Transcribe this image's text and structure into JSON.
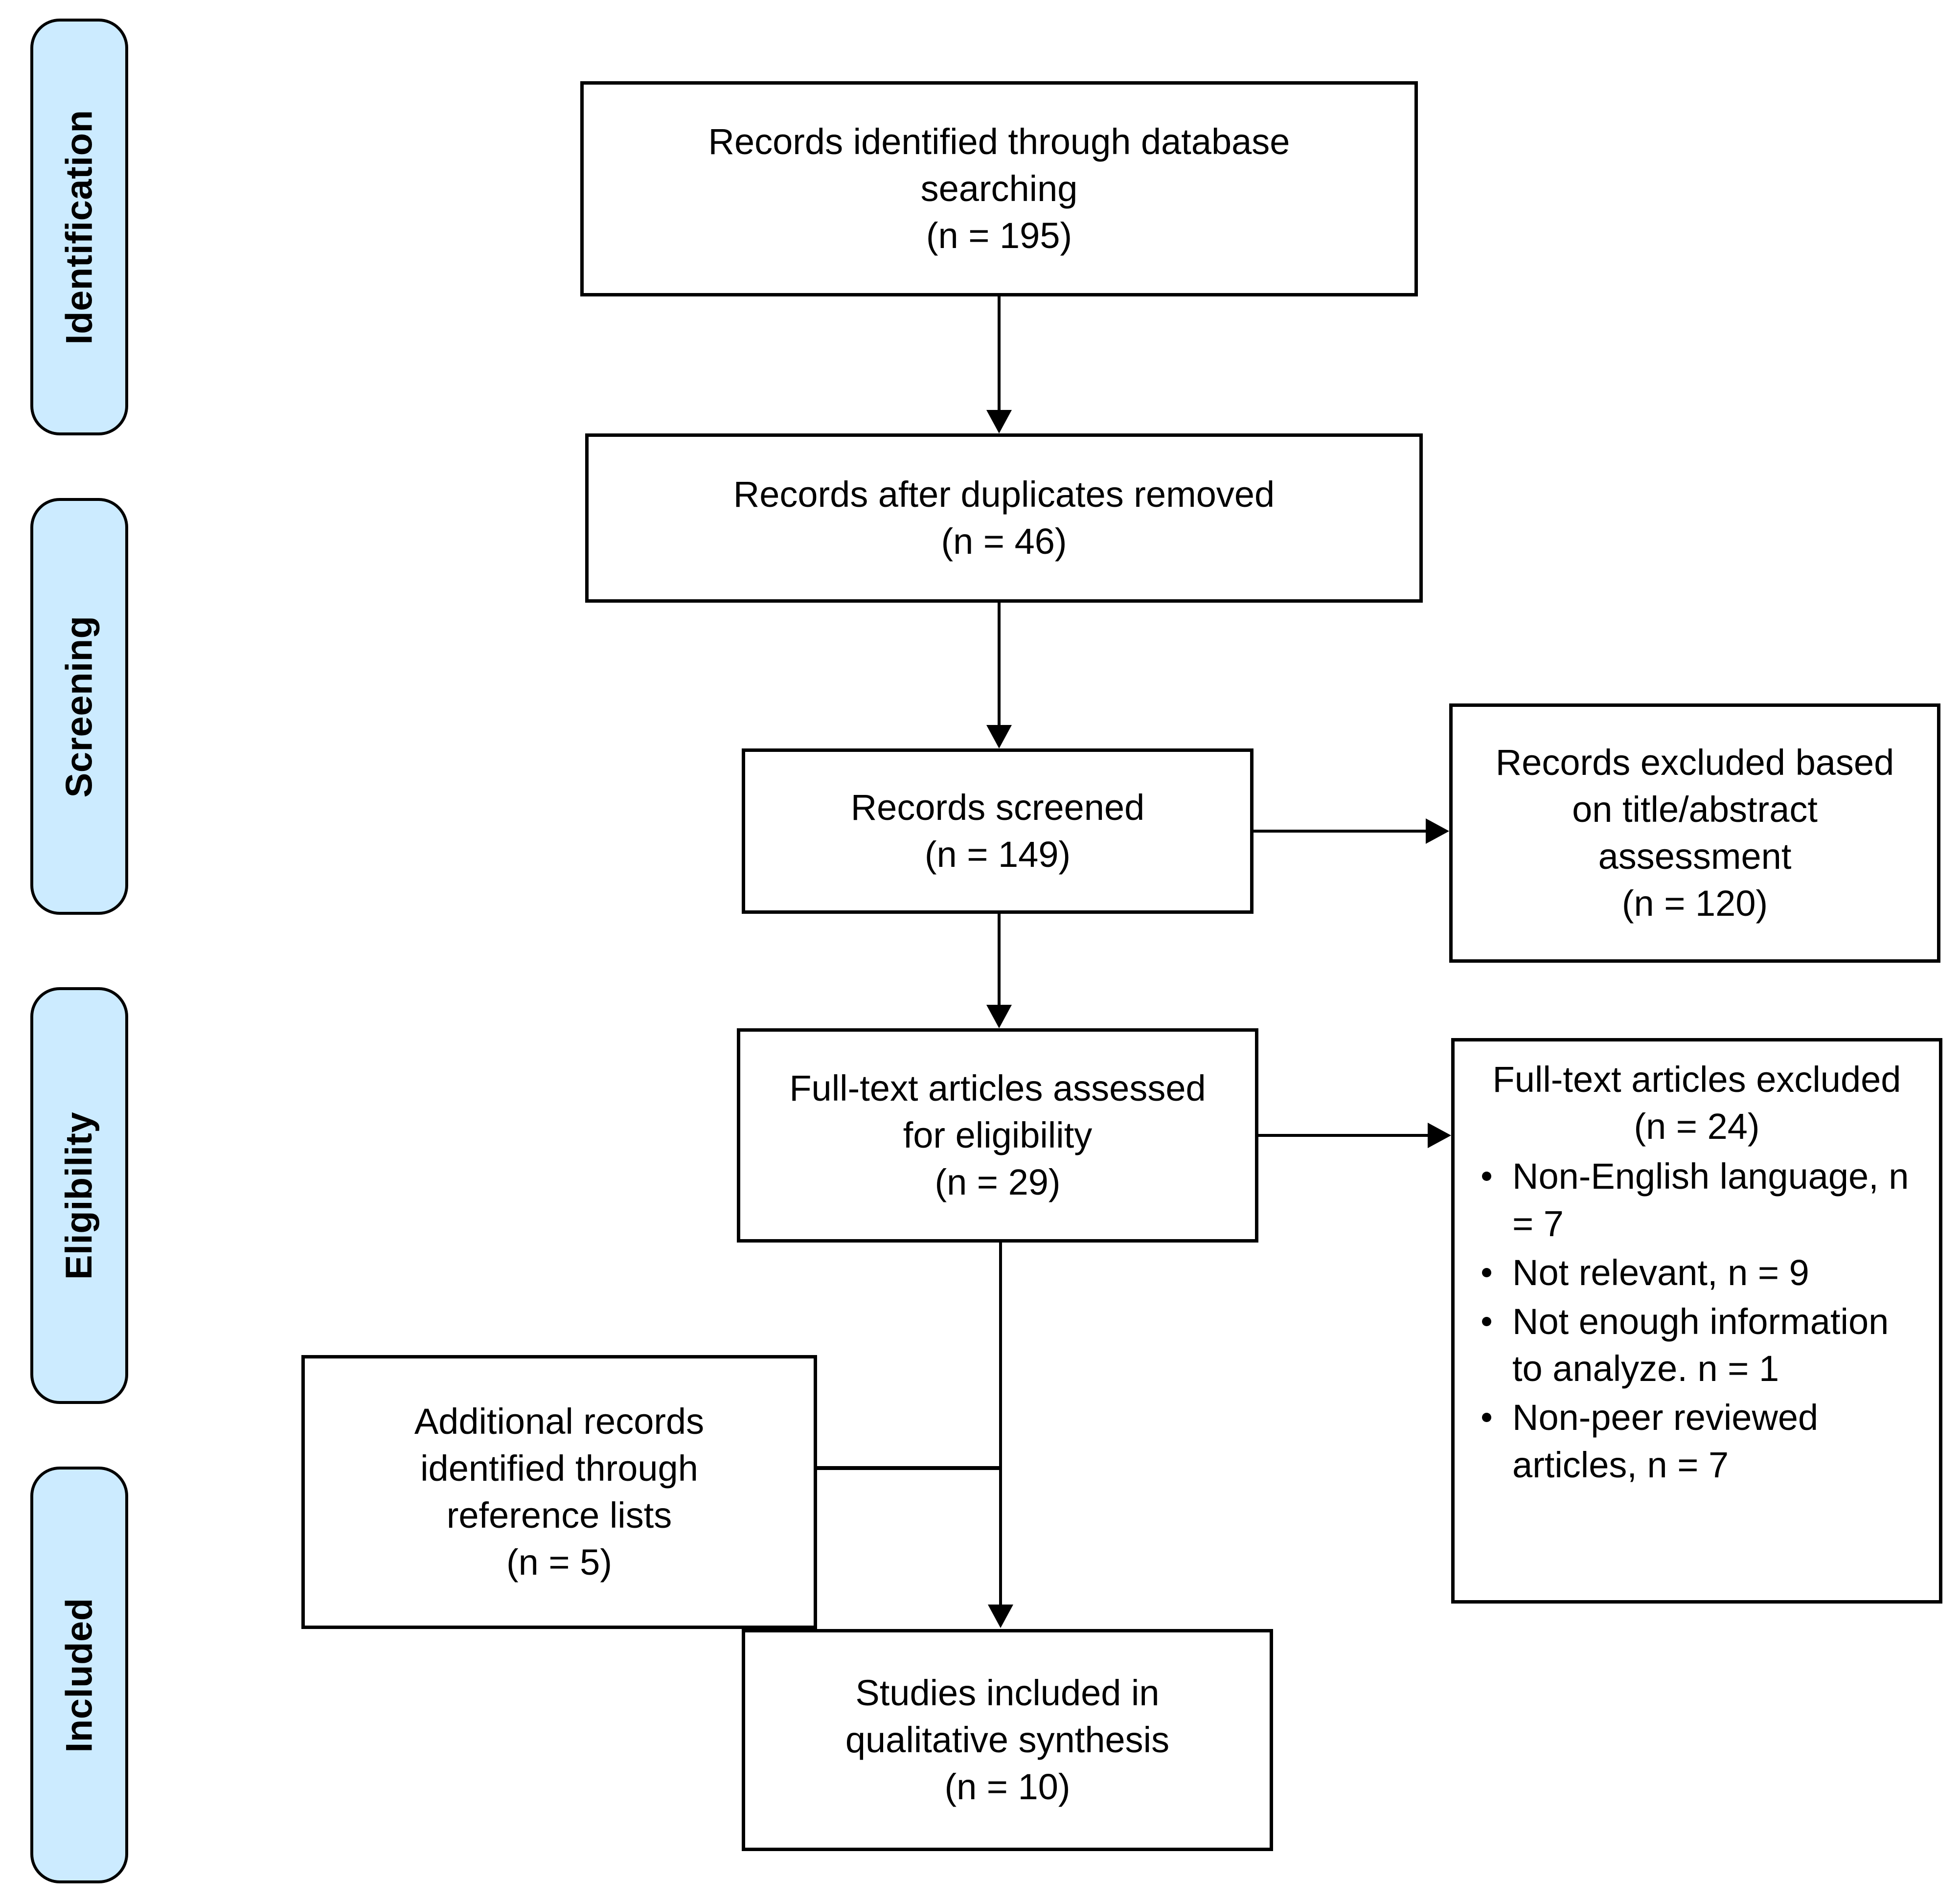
{
  "diagram": {
    "type": "prisma-flow-diagram",
    "stages": [
      {
        "id": "identification",
        "label": "Identification"
      },
      {
        "id": "screening",
        "label": "Screening"
      },
      {
        "id": "eligibility",
        "label": "Eligibility"
      },
      {
        "id": "included",
        "label": "Included"
      }
    ],
    "boxes": {
      "db_search": {
        "lines": [
          "Records identified through database",
          "searching",
          "(n = 195)"
        ],
        "n": 195
      },
      "duplicates_removed": {
        "lines": [
          "Records after duplicates removed",
          "(n = 46)"
        ],
        "n": 46
      },
      "records_screened": {
        "lines": [
          "Records screened",
          "(n = 149)"
        ],
        "n": 149
      },
      "records_excluded": {
        "lines": [
          "Records excluded based",
          "on title/abstract",
          "assessment",
          "(n = 120)"
        ],
        "n": 120
      },
      "fulltext_assessed": {
        "lines": [
          "Full-text articles assessed",
          "for eligibility",
          "(n = 29)"
        ],
        "n": 29
      },
      "fulltext_excluded": {
        "header": [
          "Full-text articles excluded",
          "(n = 24)"
        ],
        "n": 24,
        "reasons": [
          "Non-English language, n = 7",
          "Not relevant, n = 9",
          "Not enough information to analyze. n = 1",
          "Non-peer reviewed articles, n = 7"
        ]
      },
      "additional_records": {
        "lines": [
          "Additional records",
          "identified through",
          "reference lists",
          "(n = 5)"
        ],
        "n": 5
      },
      "studies_included": {
        "lines": [
          "Studies included in",
          "qualitative synthesis",
          "(n = 10)"
        ],
        "n": 10
      }
    },
    "colors": {
      "stage_tab_fill": "#CCEBFF",
      "stroke": "#000000",
      "box_fill": "#FFFFFF"
    }
  }
}
